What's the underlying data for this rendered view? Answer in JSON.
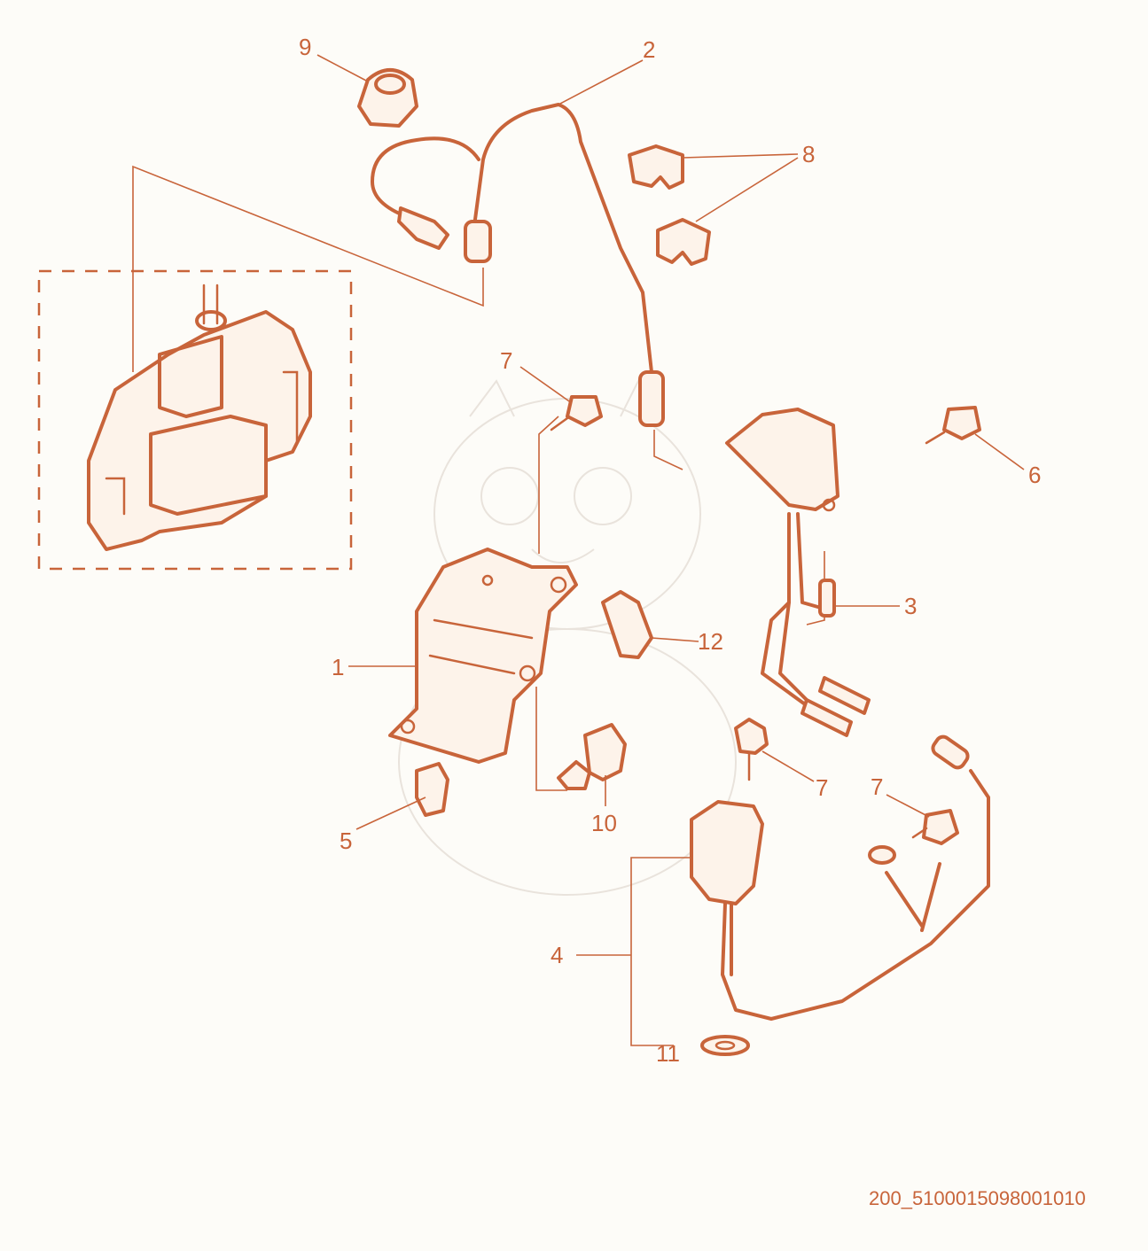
{
  "drawing": {
    "code": "200_5100015098001010",
    "accent_color": "#c8643a",
    "callouts": {
      "c1": "1",
      "c2": "2",
      "c3": "3",
      "c4": "4",
      "c5": "5",
      "c6": "6",
      "c7a": "7",
      "c7b": "7",
      "c7c": "7",
      "c8": "8",
      "c9": "9",
      "c10": "10",
      "c11": "11",
      "c12": "12"
    }
  }
}
